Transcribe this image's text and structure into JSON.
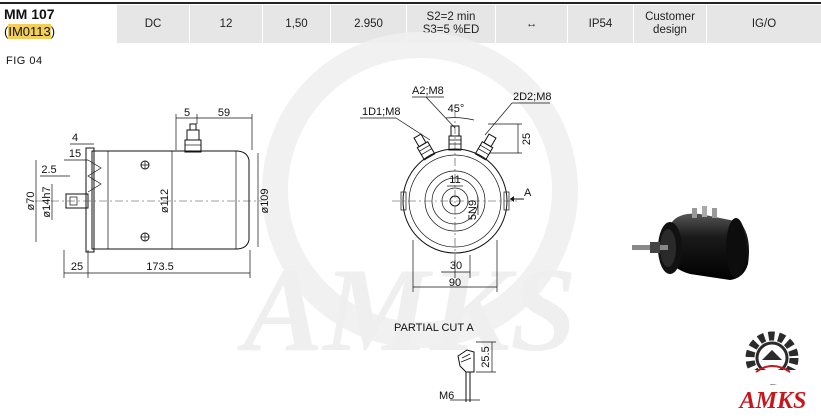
{
  "header": {
    "model": "MM 107",
    "code_prefix": "(",
    "code": "IM0113",
    "code_suffix": ")",
    "specs": [
      "DC",
      "12",
      "1,50",
      "2.950",
      "S2=2 min\nS3=5 %ED",
      "↔",
      "IP54",
      "Customer\ndesign",
      "IG/O"
    ]
  },
  "figure_label": "FIG   04",
  "side_view": {
    "dim_4": "4",
    "dim_15": "15",
    "dim_2_5": "2.5",
    "dim_5": "5",
    "dim_59": "59",
    "dim_d70": "ø70",
    "dim_d14h7": "ø14h7",
    "dim_d112": "ø112",
    "dim_d109": "ø109",
    "dim_25": "25",
    "dim_173_5": "173.5"
  },
  "front_view": {
    "label_a2m8": "A2;M8",
    "label_1d1m8": "1D1;M8",
    "label_2d2m8": "2D2;M8",
    "angle_45": "45°",
    "dim_25": "25",
    "dim_11": "11",
    "dim_5n9": "5N9",
    "dim_30": "30",
    "dim_90": "90",
    "section_a": "A"
  },
  "partial_cut": {
    "title": "PARTIAL  CUT  A",
    "dim_25_5": "25.5",
    "dim_m6": "M6"
  },
  "watermark": "AMKS",
  "logo": {
    "text": "AMKS",
    "colors": {
      "gear": "#2b2b2b",
      "text": "#c8161d"
    }
  },
  "colors": {
    "header_bg": "#e6e6e6",
    "highlight": "#f3cf5a",
    "watermark": "#eeeeee"
  }
}
